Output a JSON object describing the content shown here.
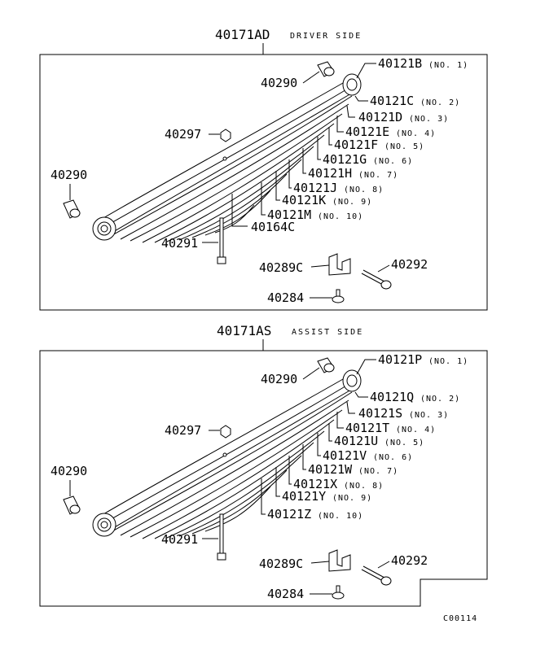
{
  "diagram_code": "C00114",
  "panels": [
    {
      "assembly_part": "40171AD",
      "assembly_side": "DRIVER SIDE",
      "parts": {
        "bushing_top": "40290",
        "bushing_left": "40290",
        "nut": "40297",
        "center_bolt": "40291",
        "bracket": "40289C",
        "bolt": "40292",
        "screw": "40284",
        "last_leaf": "40164C"
      },
      "leaves": [
        {
          "part": "40121B",
          "note": "(NO. 1)"
        },
        {
          "part": "40121C",
          "note": "(NO. 2)"
        },
        {
          "part": "40121D",
          "note": "(NO. 3)"
        },
        {
          "part": "40121E",
          "note": "(NO. 4)"
        },
        {
          "part": "40121F",
          "note": "(NO. 5)"
        },
        {
          "part": "40121G",
          "note": "(NO. 6)"
        },
        {
          "part": "40121H",
          "note": "(NO. 7)"
        },
        {
          "part": "40121J",
          "note": "(NO. 8)"
        },
        {
          "part": "40121K",
          "note": "(NO. 9)"
        },
        {
          "part": "40121M",
          "note": "(NO. 10)"
        }
      ]
    },
    {
      "assembly_part": "40171AS",
      "assembly_side": "ASSIST SIDE",
      "parts": {
        "bushing_top": "40290",
        "bushing_left": "40290",
        "nut": "40297",
        "center_bolt": "40291",
        "bracket": "40289C",
        "bolt": "40292",
        "screw": "40284"
      },
      "leaves": [
        {
          "part": "40121P",
          "note": "(NO. 1)"
        },
        {
          "part": "40121Q",
          "note": "(NO. 2)"
        },
        {
          "part": "40121S",
          "note": "(NO. 3)"
        },
        {
          "part": "40121T",
          "note": "(NO. 4)"
        },
        {
          "part": "40121U",
          "note": "(NO. 5)"
        },
        {
          "part": "40121V",
          "note": "(NO. 6)"
        },
        {
          "part": "40121W",
          "note": "(NO. 7)"
        },
        {
          "part": "40121X",
          "note": "(NO. 8)"
        },
        {
          "part": "40121Y",
          "note": "(NO. 9)"
        },
        {
          "part": "40121Z",
          "note": "(NO. 10)"
        }
      ]
    }
  ]
}
